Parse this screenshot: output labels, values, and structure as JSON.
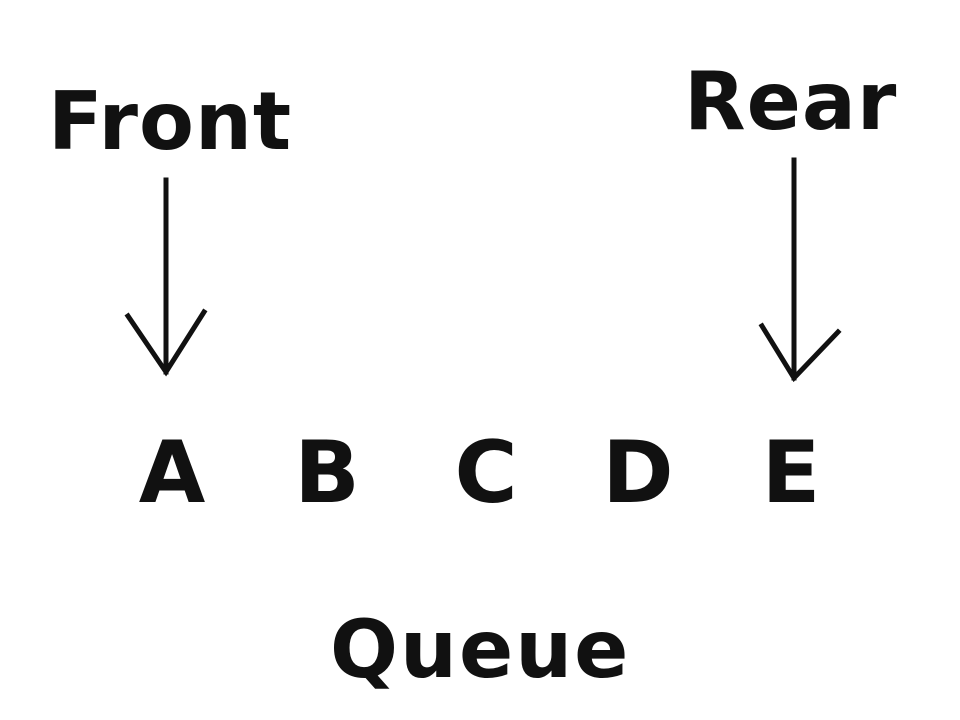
{
  "pointers": {
    "front_label": "Front",
    "rear_label": "Rear"
  },
  "queue": {
    "items": [
      "A",
      "B",
      "C",
      "D",
      "E"
    ],
    "caption": "Queue"
  },
  "colors": {
    "ink": "#111111",
    "background": "#ffffff"
  }
}
